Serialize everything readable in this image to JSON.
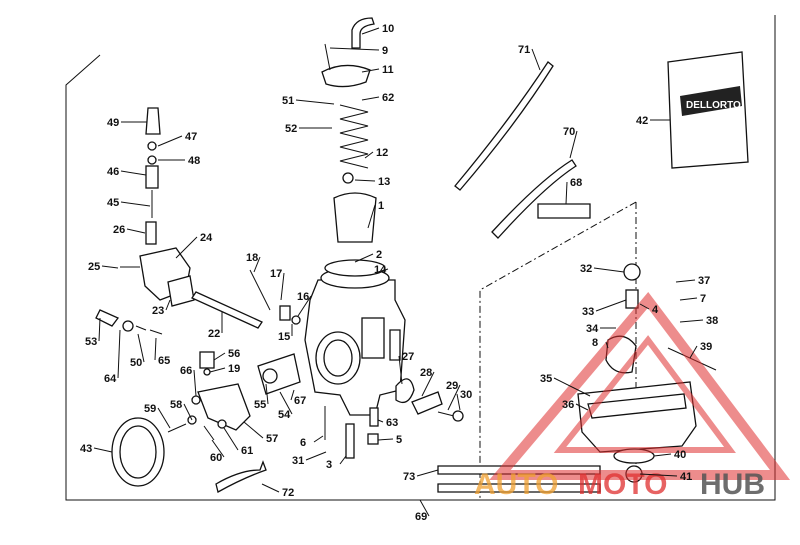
{
  "callouts": [
    {
      "id": "10",
      "label": "10"
    },
    {
      "id": "9",
      "label": "9"
    },
    {
      "id": "11",
      "label": "11"
    },
    {
      "id": "51",
      "label": "51"
    },
    {
      "id": "62",
      "label": "62"
    },
    {
      "id": "52",
      "label": "52"
    },
    {
      "id": "12",
      "label": "12"
    },
    {
      "id": "13",
      "label": "13"
    },
    {
      "id": "1",
      "label": "1"
    },
    {
      "id": "2",
      "label": "2"
    },
    {
      "id": "14",
      "label": "14"
    },
    {
      "id": "49",
      "label": "49"
    },
    {
      "id": "47",
      "label": "47"
    },
    {
      "id": "48",
      "label": "48"
    },
    {
      "id": "46",
      "label": "46"
    },
    {
      "id": "45",
      "label": "45"
    },
    {
      "id": "26",
      "label": "26"
    },
    {
      "id": "24",
      "label": "24"
    },
    {
      "id": "25",
      "label": "25"
    },
    {
      "id": "23",
      "label": "23"
    },
    {
      "id": "18",
      "label": "18"
    },
    {
      "id": "17",
      "label": "17"
    },
    {
      "id": "16",
      "label": "16"
    },
    {
      "id": "15",
      "label": "15"
    },
    {
      "id": "22",
      "label": "22"
    },
    {
      "id": "53",
      "label": "53"
    },
    {
      "id": "64",
      "label": "64"
    },
    {
      "id": "50",
      "label": "50"
    },
    {
      "id": "65",
      "label": "65"
    },
    {
      "id": "56",
      "label": "56"
    },
    {
      "id": "19",
      "label": "19"
    },
    {
      "id": "66",
      "label": "66"
    },
    {
      "id": "55",
      "label": "55"
    },
    {
      "id": "54",
      "label": "54"
    },
    {
      "id": "67",
      "label": "67"
    },
    {
      "id": "59",
      "label": "59"
    },
    {
      "id": "58",
      "label": "58"
    },
    {
      "id": "57",
      "label": "57"
    },
    {
      "id": "61",
      "label": "61"
    },
    {
      "id": "60",
      "label": "60"
    },
    {
      "id": "43",
      "label": "43"
    },
    {
      "id": "72",
      "label": "72"
    },
    {
      "id": "6",
      "label": "6"
    },
    {
      "id": "31",
      "label": "31"
    },
    {
      "id": "3",
      "label": "3"
    },
    {
      "id": "63",
      "label": "63"
    },
    {
      "id": "5",
      "label": "5"
    },
    {
      "id": "27",
      "label": "27"
    },
    {
      "id": "28",
      "label": "28"
    },
    {
      "id": "29",
      "label": "29"
    },
    {
      "id": "30",
      "label": "30"
    },
    {
      "id": "71",
      "label": "71"
    },
    {
      "id": "70",
      "label": "70"
    },
    {
      "id": "68",
      "label": "68"
    },
    {
      "id": "42",
      "label": "42"
    },
    {
      "id": "32",
      "label": "32"
    },
    {
      "id": "37",
      "label": "37"
    },
    {
      "id": "7",
      "label": "7"
    },
    {
      "id": "33",
      "label": "33"
    },
    {
      "id": "4",
      "label": "4"
    },
    {
      "id": "34",
      "label": "34"
    },
    {
      "id": "38",
      "label": "38"
    },
    {
      "id": "8",
      "label": "8"
    },
    {
      "id": "39",
      "label": "39"
    },
    {
      "id": "35",
      "label": "35"
    },
    {
      "id": "36",
      "label": "36"
    },
    {
      "id": "40",
      "label": "40"
    },
    {
      "id": "41",
      "label": "41"
    },
    {
      "id": "73",
      "label": "73"
    },
    {
      "id": "69",
      "label": "69"
    }
  ],
  "brand_packet": {
    "text": "DELLORTO"
  },
  "watermark": {
    "part1": "AUTO",
    "part2": "MOTO",
    "part3": "HUB"
  },
  "colors": {
    "watermark_red": "#e03030",
    "watermark_orange": "#f0a030",
    "watermark_gray": "#555555"
  }
}
